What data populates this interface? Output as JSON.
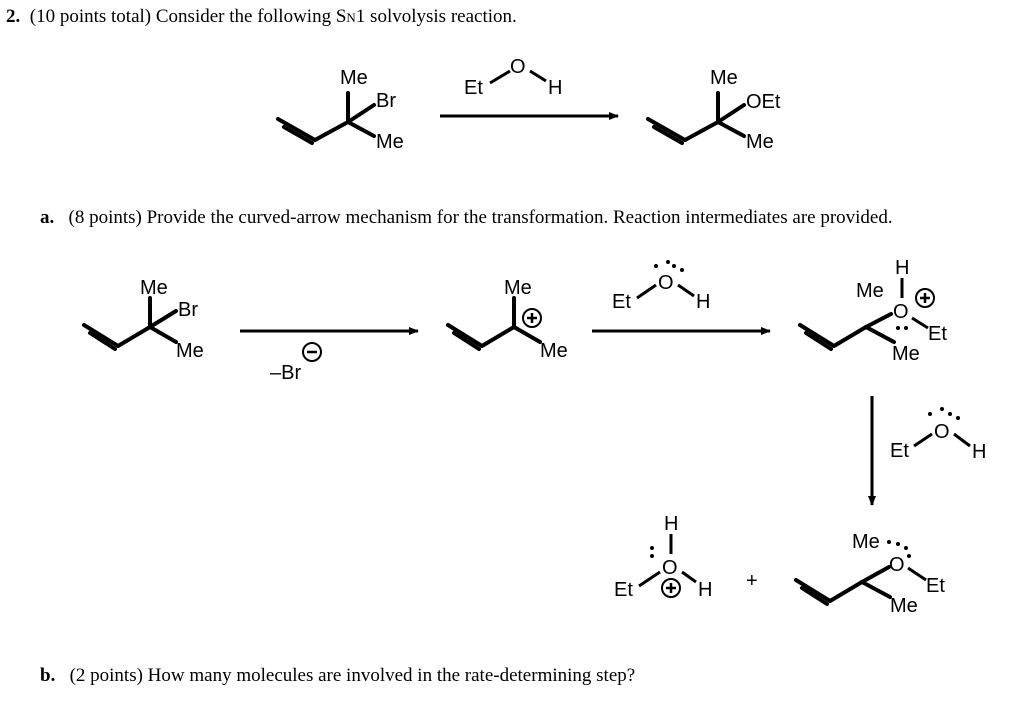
{
  "question": {
    "number": "2.",
    "text_before": "(10 points total) Consider the following S",
    "subscript": "N",
    "text_after": "1 solvolysis reaction."
  },
  "part_a": {
    "label": "a.",
    "text": "(8 points) Provide the curved-arrow mechanism for the transformation. Reaction intermediates are provided."
  },
  "part_b": {
    "label": "b.",
    "text": "(2 points) How many molecules are involved in the rate-determining step?"
  },
  "labels": {
    "me": "Me",
    "br": "Br",
    "oet": "OEt",
    "et": "Et",
    "o": "O",
    "h": "H",
    "plus_charge": "+",
    "minus_charge": "−",
    "minus_br": "–Br",
    "plus_sign": "+"
  }
}
